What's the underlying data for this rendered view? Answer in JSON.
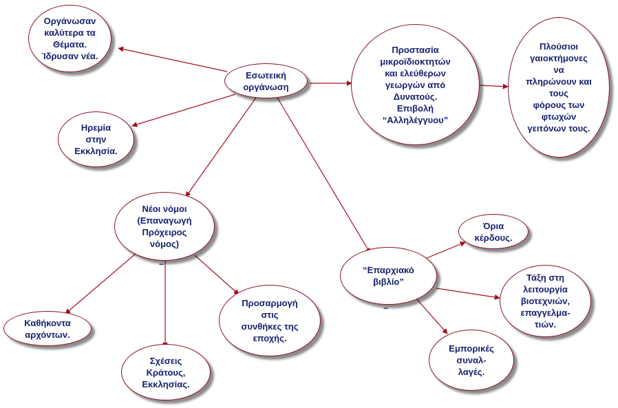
{
  "colors": {
    "edge": "#a01020",
    "border": "#8b1020",
    "text": "#16206e"
  },
  "nodes": {
    "organosan": "Οργάνωσαν\nκαλύτερα τα\nΘέματα.\nΊδρυσαν νέα.",
    "esoteriki": "Εσωτεική\nοργάνωση",
    "prostasia": "Προστασία\nμικροϊδιοκτητών\nκαι ελεύθερων\nγεωργών από\nΔυνατούς.\nΕπιβολή\n“Αλληλέγγυου”",
    "plousioi": "Πλούσιοι\nγαιοκτήμονες\nνα\nπληρώνουν και\nτους\nφόρους των\nφτωχών\nγειτόνων τους.",
    "iremia": "Ηρεμία\nστην\nΕκκλησία.",
    "neoi_nomoi": "Νέοι νόμοι\n(Επαναγωγή\nΠρόχειρος\nνόμος)",
    "eparxiako": "“Επαρχιακό\nβιβλίο”",
    "oria": "Όρια\nκέρδους.",
    "taxi": "Τάξη στη\nλειτουργία\nβιοτεχνιών,\nεπαγγελμα-\nτιών.",
    "kathikonta": "Καθήκοντα\nαρχόντων.",
    "prosarmogi": "Προσαρμογή\nστις\nσυνθήκες της\nεποχής.",
    "sxeseis": "Σχέσεις\nΚράτους,\nΕκκλησίας.",
    "emporikes": "Εμπορικές\nσυναλ-\nλαγές."
  },
  "markers": {
    "neoi_nomoi_more": "...",
    "eparxiako_more": "..."
  }
}
